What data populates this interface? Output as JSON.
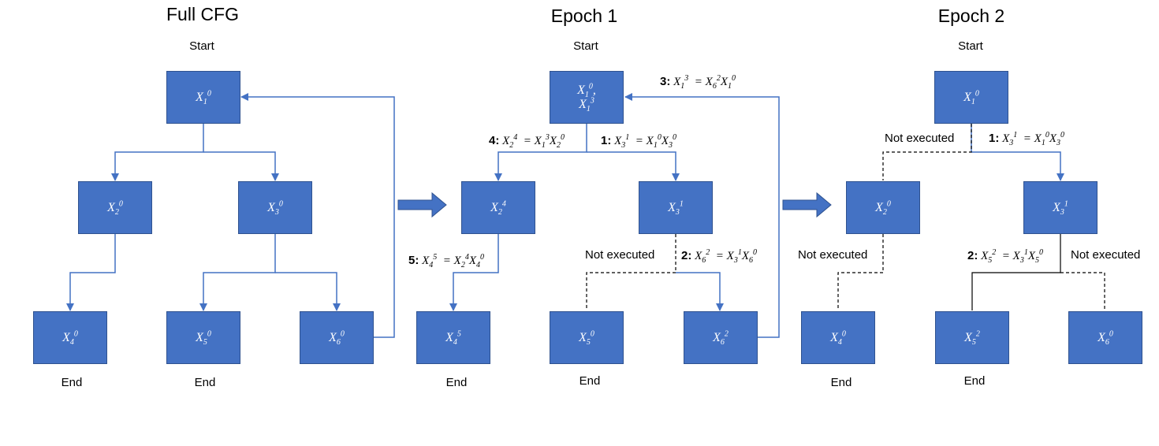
{
  "columns": {
    "full": {
      "title": "Full CFG",
      "start": "Start",
      "end_left": "End",
      "end_mid": "End"
    },
    "epoch1": {
      "title": "Epoch 1",
      "start": "Start",
      "end_left": "End",
      "end_right": "End",
      "not_executed": "Not executed"
    },
    "epoch2": {
      "title": "Epoch 2",
      "start": "Start",
      "end_left": "End",
      "end_mid": "End",
      "not_executed_top": "Not executed",
      "not_executed_left": "Not executed",
      "not_executed_right": "Not executed"
    }
  },
  "nodes": {
    "full": [
      {
        "var": "X",
        "sub": "1",
        "sup": "0"
      },
      {
        "var": "X",
        "sub": "2",
        "sup": "0"
      },
      {
        "var": "X",
        "sub": "3",
        "sup": "0"
      },
      {
        "var": "X",
        "sub": "4",
        "sup": "0"
      },
      {
        "var": "X",
        "sub": "5",
        "sup": "0"
      },
      {
        "var": "X",
        "sub": "6",
        "sup": "0"
      }
    ],
    "epoch1": [
      {
        "var": "X",
        "sub": "1",
        "sup": "0"
      },
      {
        "var": "X",
        "sub": "1",
        "sup": "3"
      },
      {
        "var": "X",
        "sub": "2",
        "sup": "4"
      },
      {
        "var": "X",
        "sub": "3",
        "sup": "1"
      },
      {
        "var": "X",
        "sub": "4",
        "sup": "5"
      },
      {
        "var": "X",
        "sub": "5",
        "sup": "0"
      },
      {
        "var": "X",
        "sub": "6",
        "sup": "2"
      }
    ],
    "epoch2": [
      {
        "var": "X",
        "sub": "1",
        "sup": "0"
      },
      {
        "var": "X",
        "sub": "2",
        "sup": "0"
      },
      {
        "var": "X",
        "sub": "3",
        "sup": "1"
      },
      {
        "var": "X",
        "sub": "4",
        "sup": "0"
      },
      {
        "var": "X",
        "sub": "5",
        "sup": "2"
      },
      {
        "var": "X",
        "sub": "6",
        "sup": "0"
      }
    ]
  },
  "node_separator": ",",
  "equations": {
    "e1_step3": {
      "step": "3",
      "lhs": {
        "sub": "1",
        "sup": "3"
      },
      "rhs": [
        {
          "sub": "6",
          "sup": "2"
        },
        {
          "sub": "1",
          "sup": "0"
        }
      ]
    },
    "e1_step4": {
      "step": "4",
      "lhs": {
        "sub": "2",
        "sup": "4"
      },
      "rhs": [
        {
          "sub": "1",
          "sup": "3"
        },
        {
          "sub": "2",
          "sup": "0"
        }
      ]
    },
    "e1_step1": {
      "step": "1",
      "lhs": {
        "sub": "3",
        "sup": "1"
      },
      "rhs": [
        {
          "sub": "1",
          "sup": "0"
        },
        {
          "sub": "3",
          "sup": "0"
        }
      ]
    },
    "e1_step5": {
      "step": "5",
      "lhs": {
        "sub": "4",
        "sup": "5"
      },
      "rhs": [
        {
          "sub": "2",
          "sup": "4"
        },
        {
          "sub": "4",
          "sup": "0"
        }
      ]
    },
    "e1_step2": {
      "step": "2",
      "lhs": {
        "sub": "6",
        "sup": "2"
      },
      "rhs": [
        {
          "sub": "3",
          "sup": "1"
        },
        {
          "sub": "6",
          "sup": "0"
        }
      ]
    },
    "e2_step1": {
      "step": "1",
      "lhs": {
        "sub": "3",
        "sup": "1"
      },
      "rhs": [
        {
          "sub": "1",
          "sup": "0"
        },
        {
          "sub": "3",
          "sup": "0"
        }
      ]
    },
    "e2_step2": {
      "step": "2",
      "lhs": {
        "sub": "5",
        "sup": "2"
      },
      "rhs": [
        {
          "sub": "3",
          "sup": "1"
        },
        {
          "sub": "5",
          "sup": "0"
        }
      ]
    }
  },
  "colors": {
    "node_fill": "#4472c4",
    "node_border": "#2f528f",
    "edge": "#4472c4",
    "inactive_edge": "#000000",
    "arrow": "#4472c4"
  }
}
